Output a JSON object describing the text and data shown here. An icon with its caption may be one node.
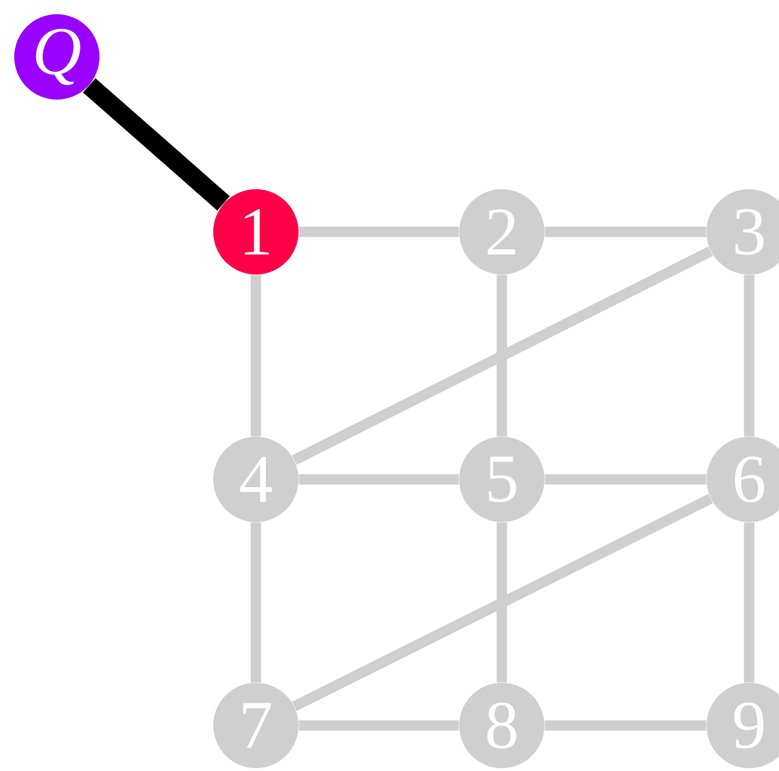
{
  "diagram": {
    "nodes": [
      {
        "text": [
          "Q"
        ]
      },
      {
        "text": [
          "1"
        ]
      },
      {
        "text": [
          "2"
        ]
      },
      {
        "text": [
          "3"
        ]
      },
      {
        "text": [
          "4"
        ]
      },
      {
        "text": [
          "5"
        ]
      },
      {
        "text": [
          "6"
        ]
      },
      {
        "text": [
          "7"
        ]
      },
      {
        "text": [
          "8"
        ]
      },
      {
        "text": [
          "9"
        ]
      }
    ],
    "edges": [
      {
        "from": 0,
        "to": 1,
        "arrow": "none",
        "style": "thick",
        "color": "#000000"
      },
      {
        "from": 1,
        "to": 2,
        "arrow": "none"
      },
      {
        "from": 2,
        "to": 3,
        "arrow": "none"
      },
      {
        "from": 1,
        "to": 4,
        "arrow": "none"
      },
      {
        "from": 2,
        "to": 5,
        "arrow": "none"
      },
      {
        "from": 3,
        "to": 6,
        "arrow": "none"
      },
      {
        "from": 3,
        "to": 4,
        "arrow": "none"
      },
      {
        "from": 4,
        "to": 5,
        "arrow": "none"
      },
      {
        "from": 5,
        "to": 6,
        "arrow": "none"
      },
      {
        "from": 4,
        "to": 7,
        "arrow": "none"
      },
      {
        "from": 5,
        "to": 8,
        "arrow": "none"
      },
      {
        "from": 6,
        "to": 9,
        "arrow": "none"
      },
      {
        "from": 6,
        "to": 7,
        "arrow": "none"
      },
      {
        "from": 7,
        "to": 8,
        "arrow": "none"
      },
      {
        "from": 8,
        "to": 9,
        "arrow": "none"
      }
    ]
  }
}
